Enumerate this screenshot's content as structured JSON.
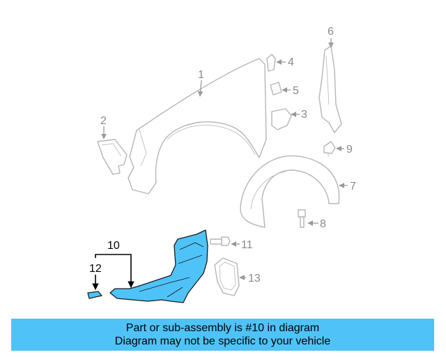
{
  "callouts": {
    "c1": "1",
    "c2": "2",
    "c3": "3",
    "c4": "4",
    "c5": "5",
    "c6": "6",
    "c7": "7",
    "c8": "8",
    "c9": "9",
    "c10": "10",
    "c11": "11",
    "c12": "12",
    "c13": "13"
  },
  "banner": {
    "line1": "Part or sub-assembly is #10 in diagram",
    "line2": "Diagram may not be specific to your vehicle"
  },
  "colors": {
    "highlight": "#4fc3f7",
    "outline": "#b5b5b5",
    "callout_text": "#8a8a8a"
  }
}
